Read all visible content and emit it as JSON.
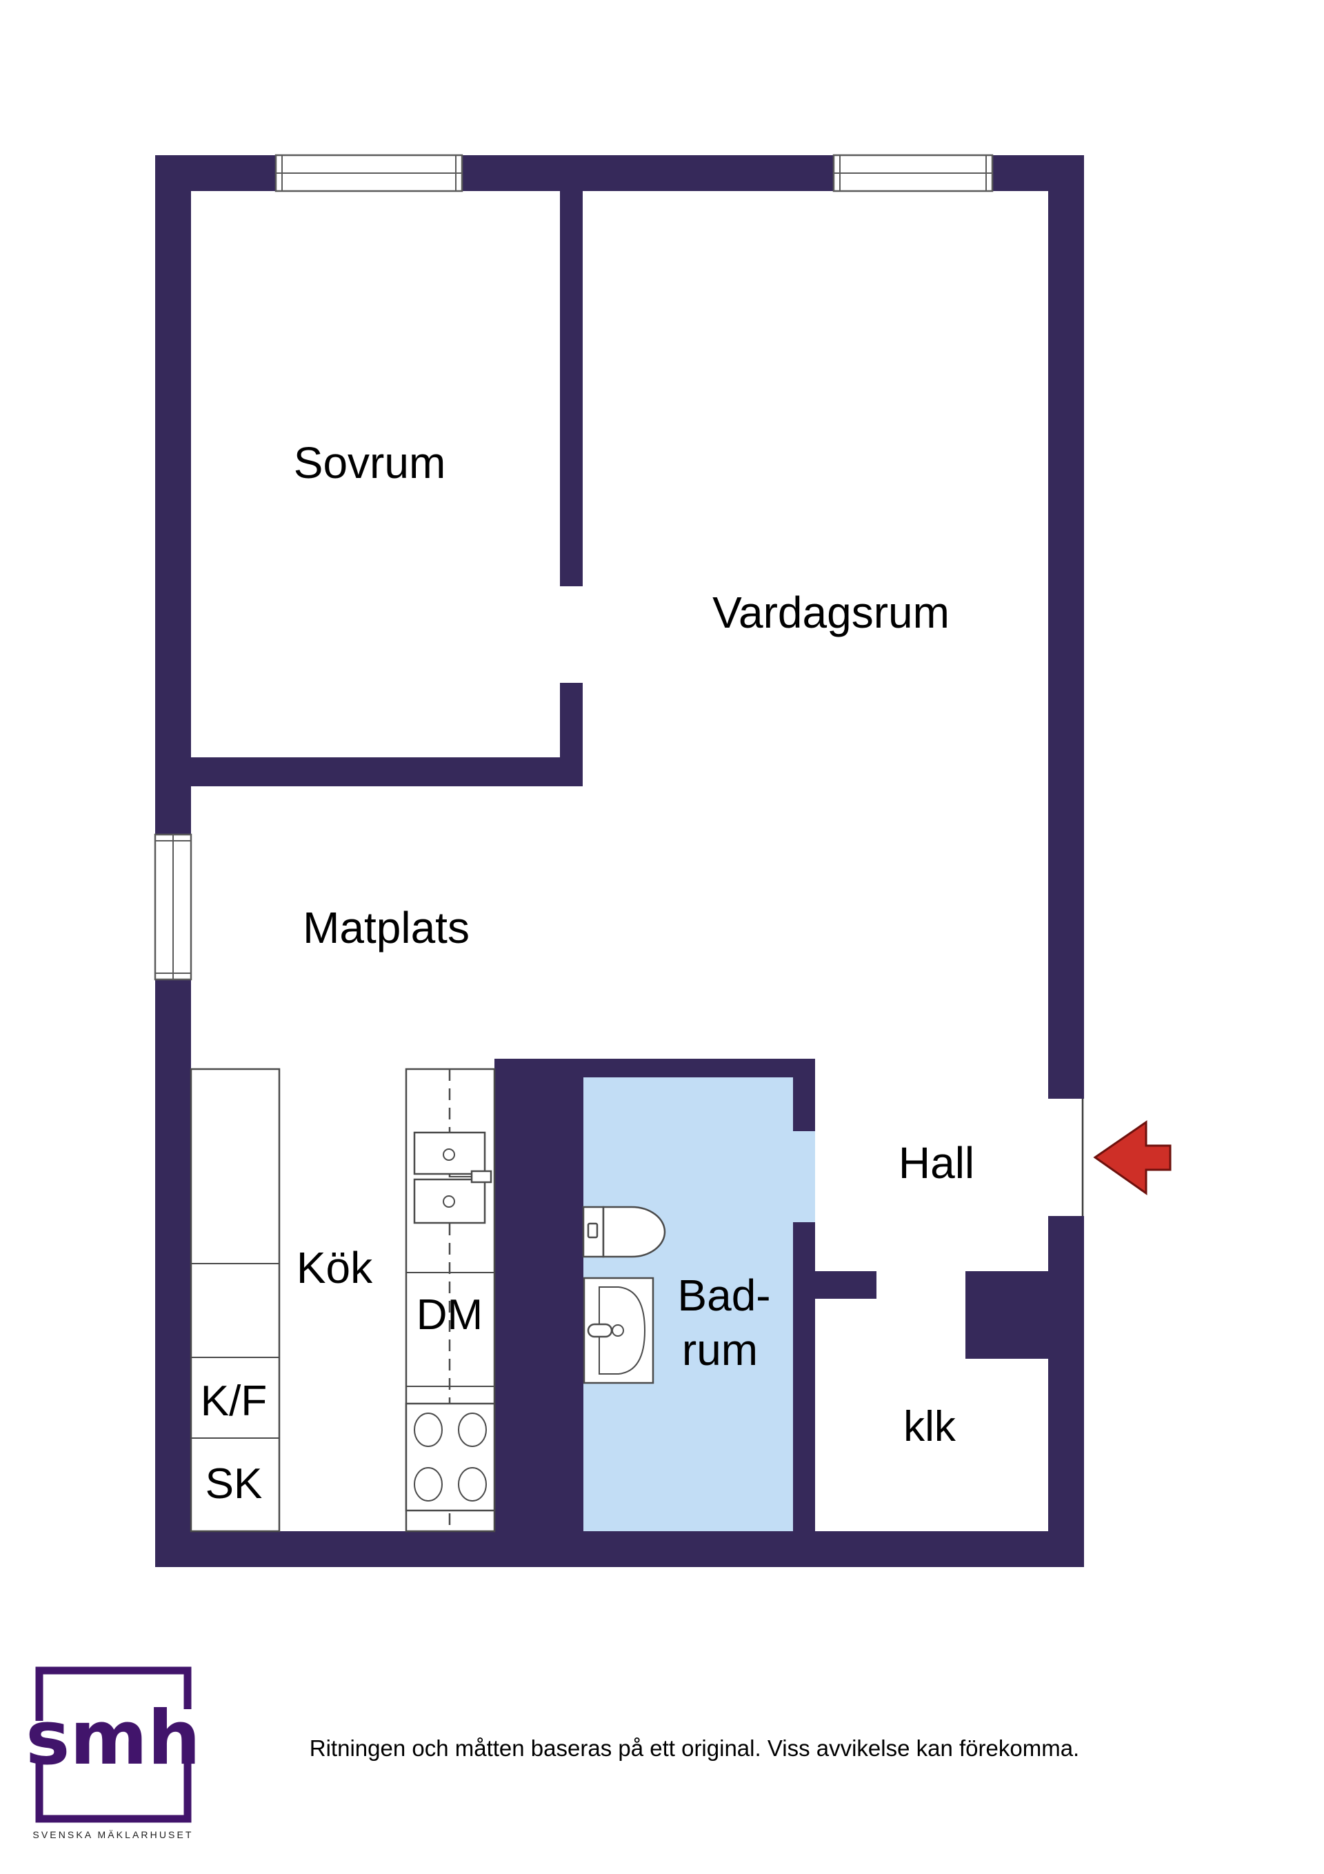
{
  "colors": {
    "wall": "#36295A",
    "bathroom_floor": "#C2DDF5",
    "window_stroke": "#5a5a5a",
    "fixture_stroke": "#4a4a4a",
    "label_text": "#000000",
    "arrow_fill": "#CE2F27",
    "arrow_outline": "#6E110D",
    "logo_purple": "#41146B",
    "footer_text": "#1D1D1D"
  },
  "rooms": {
    "sovrum": {
      "label": "Sovrum"
    },
    "vardagsrum": {
      "label": "Vardagsrum"
    },
    "matplats": {
      "label": "Matplats"
    },
    "kok": {
      "label": "Kök"
    },
    "badrum": {
      "line1": "Bad-",
      "line2": "rum"
    },
    "hall": {
      "label": "Hall"
    },
    "klk": {
      "label": "klk"
    }
  },
  "appliances": {
    "dm": {
      "label": "DM"
    },
    "kf": {
      "label": "K/F"
    },
    "sk": {
      "label": "SK"
    }
  },
  "icons": {
    "entrance_arrow": "red-left-arrow",
    "window": "double-pane-window",
    "toilet": "toilet-top-view",
    "washbasin": "washbasin-top-view",
    "kitchen_sink": "double-sink-top-view",
    "stove": "four-burner-stove-top-view"
  },
  "footer": {
    "logo_text": "smh",
    "logo_subtitle": "SVENSKA MÄKLARHUSET",
    "disclaimer": "Ritningen och måtten baseras på ett original. Viss avvikelse kan förekomma."
  }
}
